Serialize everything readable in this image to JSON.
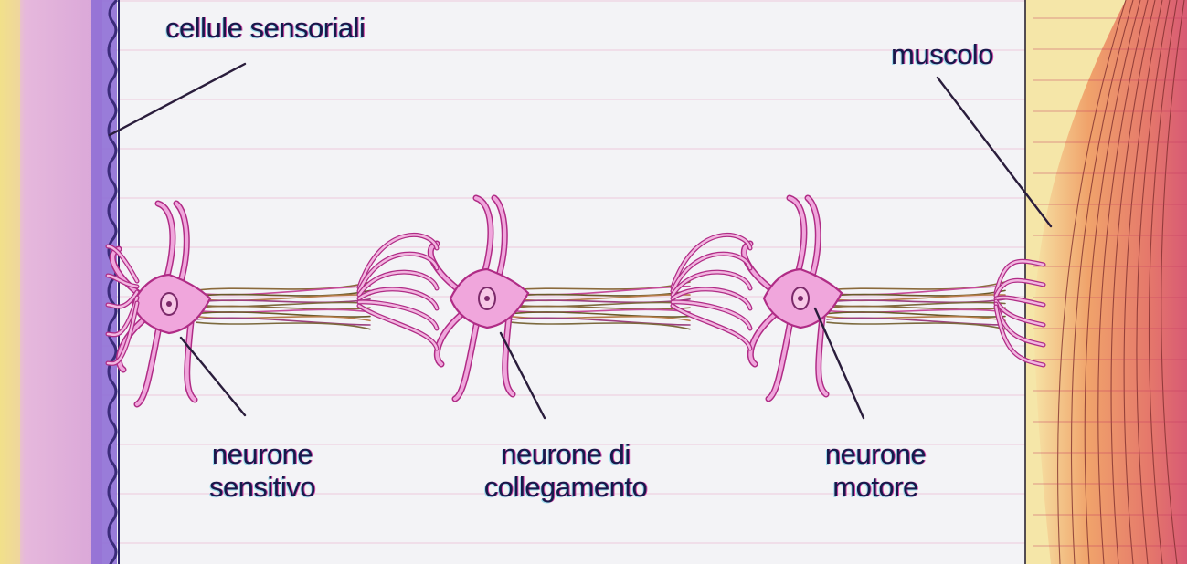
{
  "labels": {
    "sensory_cells": "cellule sensoriali",
    "muscle": "muscolo",
    "sensory_neuron": [
      "neurone",
      "sensitivo"
    ],
    "interneuron": [
      "neurone di",
      "collegamento"
    ],
    "motor_neuron": [
      "neurone",
      "motore"
    ]
  },
  "colors": {
    "skin": "#d9a6d8",
    "sensory_cell_layer": "#8f6fd6",
    "neuron_body": "#f0a6dc",
    "neuron_outline": "#b02c86",
    "axon_bundle": "#8a6a3c",
    "muscle": "#e98f63",
    "label_text": "#151a4a"
  }
}
